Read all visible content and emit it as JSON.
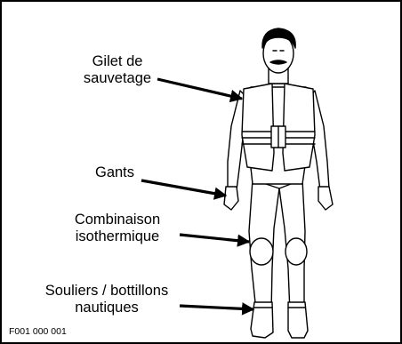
{
  "labels": {
    "gilet_line1": "Gilet de",
    "gilet_line2": "sauvetage",
    "gants": "Gants",
    "combi_line1": "Combinaison",
    "combi_line2": "isothermique",
    "souliers_line1": "Souliers / bottillons",
    "souliers_line2": "nautiques"
  },
  "figure_code": "F001 000 001",
  "colors": {
    "ink": "#000000",
    "paper": "#ffffff"
  }
}
